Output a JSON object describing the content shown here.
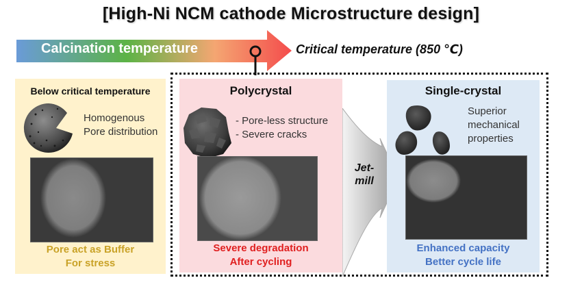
{
  "title": "[High-Ni NCM cathode Microstructure design]",
  "temperature_arrow": {
    "label": "Calcination temperature",
    "critical_label": "Critical temperature (850 ℃)",
    "gradient_colors": [
      "#6a9bd8",
      "#5cb346",
      "#f4a672",
      "#f44c4c"
    ]
  },
  "panels": {
    "below": {
      "title": "Below critical temperature",
      "description": [
        "Homogenous",
        "Pore distribution"
      ],
      "caption": [
        "Pore act as Buffer",
        "For stress"
      ],
      "background": "#fff2cc",
      "caption_color": "#c9a227"
    },
    "polycrystal": {
      "title": "Polycrystal",
      "description": [
        "- Pore-less structure",
        "- Severe cracks"
      ],
      "caption": [
        "Severe degradation",
        "After cycling"
      ],
      "background": "#fbdbde",
      "caption_color": "#e02020"
    },
    "single": {
      "title": "Single-crystal",
      "description": [
        "Superior",
        "mechanical",
        "properties"
      ],
      "caption": [
        "Enhanced capacity",
        "Better cycle life"
      ],
      "background": "#dde9f5",
      "caption_color": "#4472c4"
    }
  },
  "process_arrow": {
    "label_line1": "Jet-",
    "label_line2": "mill"
  }
}
